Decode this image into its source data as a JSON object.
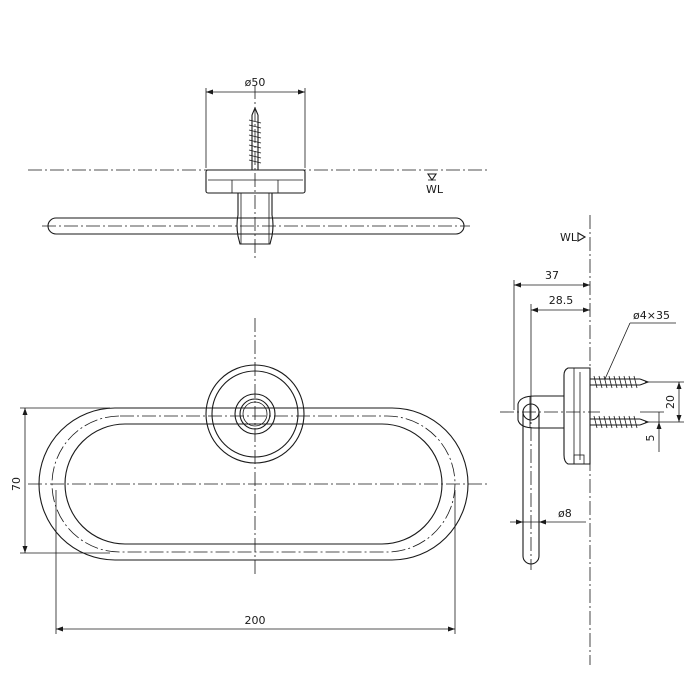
{
  "top_view": {
    "dim_flange_dia": "ø50",
    "wall_line_label": "WL"
  },
  "front_view": {
    "dim_width": "200",
    "dim_height": "70"
  },
  "side_view": {
    "wall_line_label": "WL",
    "dim_depth_total": "37",
    "dim_depth_ring": "28.5",
    "dim_screw": "ø4×35",
    "dim_screw_spacing": "20",
    "dim_screw_offset": "5",
    "dim_ring_dia": "ø8"
  }
}
